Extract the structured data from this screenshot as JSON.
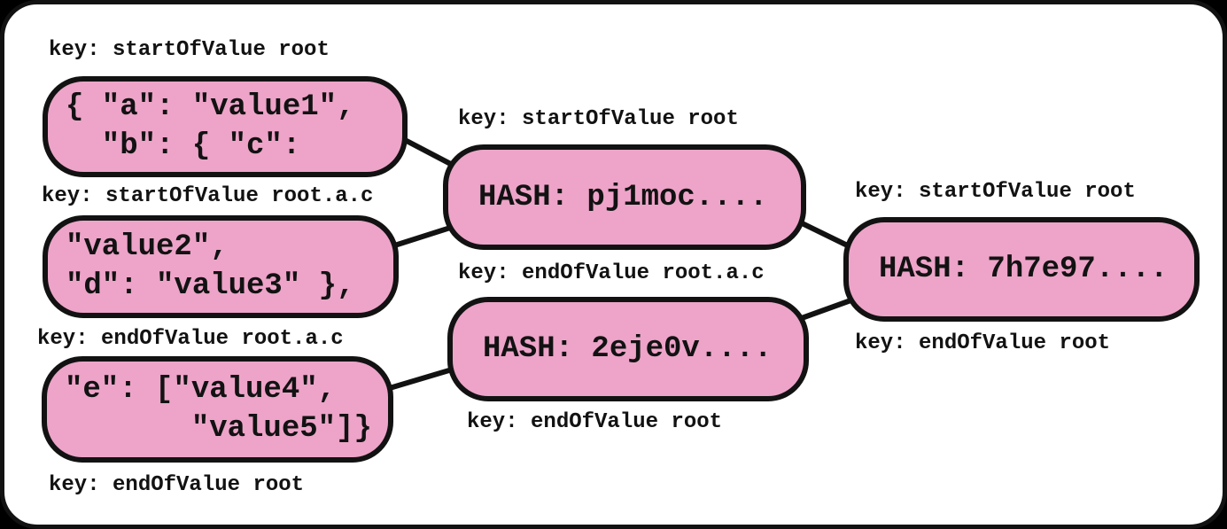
{
  "canvas": {
    "background": "#000000",
    "frame_fill": "#ffffff",
    "stroke": "#121212",
    "node_fill": "#eda4c8"
  },
  "diagram": {
    "type": "merkle-hash-tree",
    "nodes": [
      {
        "id": "chunk-1",
        "kind": "json-chunk",
        "lines": [
          "{ \"a\": \"value1\",",
          "  \"b\": { \"c\":"
        ]
      },
      {
        "id": "chunk-2",
        "kind": "json-chunk",
        "lines": [
          "\"value2\",",
          "\"d\": \"value3\" },"
        ]
      },
      {
        "id": "chunk-3",
        "kind": "json-chunk",
        "lines": [
          "\"e\": [\"value4\",",
          "       \"value5\"]}"
        ]
      },
      {
        "id": "hash-1",
        "kind": "hash",
        "lines": [
          "HASH: pj1moc...."
        ]
      },
      {
        "id": "hash-2",
        "kind": "hash",
        "lines": [
          "HASH: 2eje0v...."
        ]
      },
      {
        "id": "hash-3",
        "kind": "hash",
        "lines": [
          "HASH: 7h7e97...."
        ]
      }
    ],
    "labels": [
      {
        "for": "chunk-1",
        "position": "above",
        "text": "key: startOfValue root"
      },
      {
        "for": "chunk-2",
        "position": "above",
        "text": "key: startOfValue root.a.c"
      },
      {
        "for": "chunk-3",
        "position": "above",
        "text": "key: endOfValue root.a.c"
      },
      {
        "for": "chunk-3",
        "position": "below",
        "text": "key: endOfValue root"
      },
      {
        "for": "hash-1",
        "position": "above",
        "text": "key: startOfValue root"
      },
      {
        "for": "hash-1",
        "position": "below",
        "text": "key: endOfValue root.a.c"
      },
      {
        "for": "hash-2",
        "position": "below",
        "text": "key: endOfValue root"
      },
      {
        "for": "hash-3",
        "position": "above",
        "text": "key: startOfValue root"
      },
      {
        "for": "hash-3",
        "position": "below",
        "text": "key: endOfValue root"
      }
    ],
    "edges": [
      {
        "from": "chunk-1",
        "to": "hash-1"
      },
      {
        "from": "chunk-2",
        "to": "hash-1"
      },
      {
        "from": "chunk-3",
        "to": "hash-2"
      },
      {
        "from": "hash-1",
        "to": "hash-3"
      },
      {
        "from": "hash-2",
        "to": "hash-3"
      }
    ]
  }
}
